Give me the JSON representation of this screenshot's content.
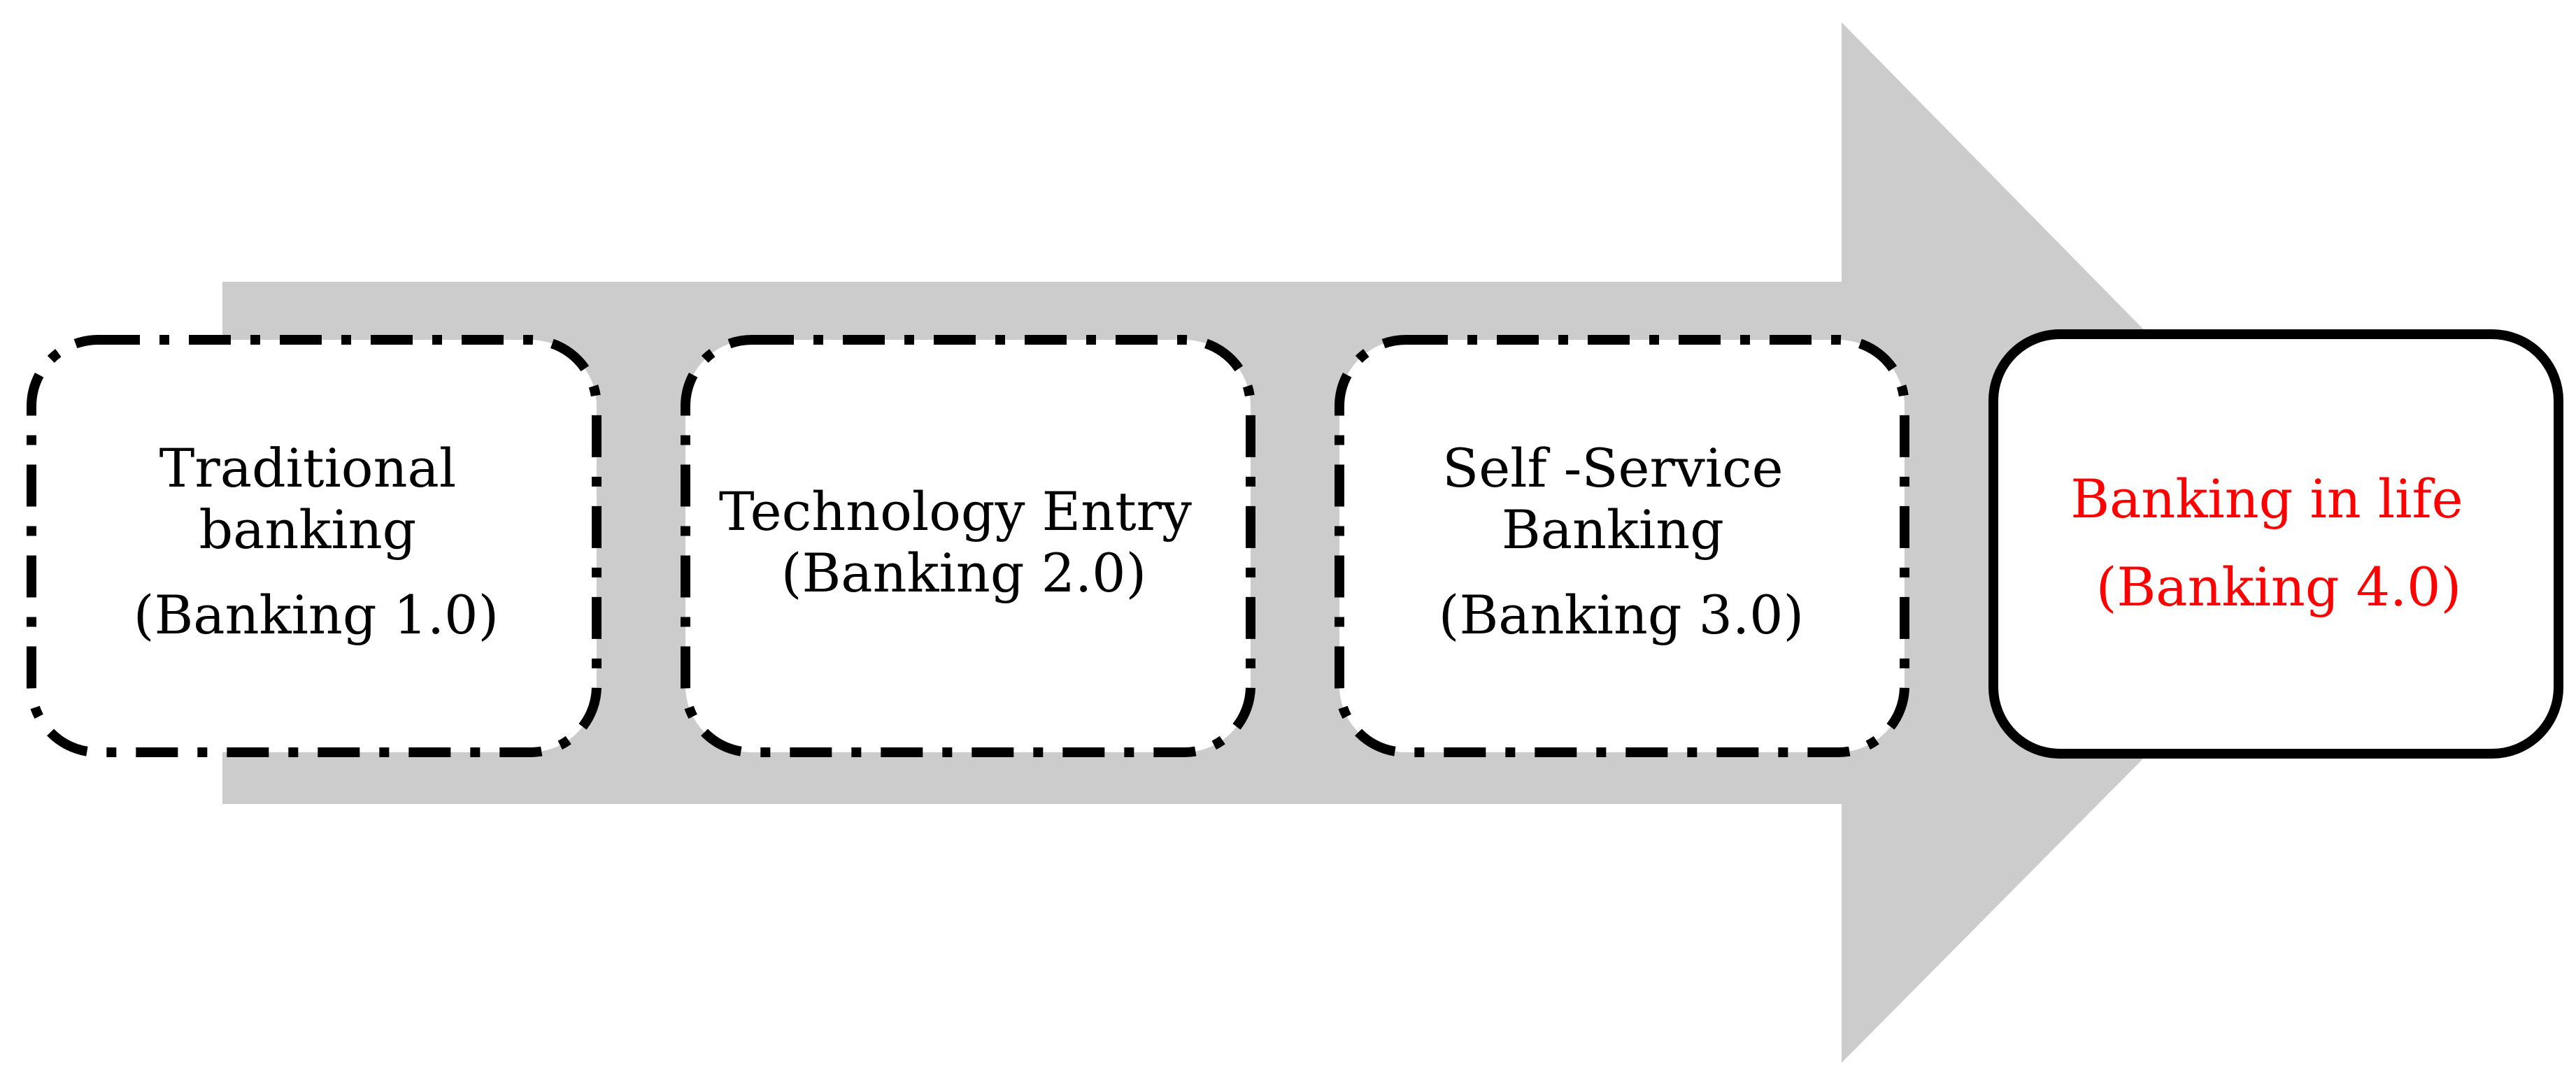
{
  "colors": {
    "arrow_fill": "#cccccc",
    "box_fill": "#ffffff",
    "box_border": "#000000",
    "past_text": "#000000",
    "current_text": "#ff0000"
  },
  "stages": [
    {
      "lines": [
        "Traditional",
        "banking",
        "(Banking 1.0)"
      ],
      "border": "dash-dot",
      "text_color": "#000000"
    },
    {
      "lines": [
        "Technology Entry",
        "(Banking 2.0)"
      ],
      "border": "dash-dot",
      "text_color": "#000000"
    },
    {
      "lines": [
        "Self -Service",
        "Banking",
        "(Banking 3.0)"
      ],
      "border": "dash-dot",
      "text_color": "#000000"
    },
    {
      "lines": [
        "Banking in life",
        "(Banking 4.0)"
      ],
      "border": "solid",
      "text_color": "#ff0000"
    }
  ]
}
